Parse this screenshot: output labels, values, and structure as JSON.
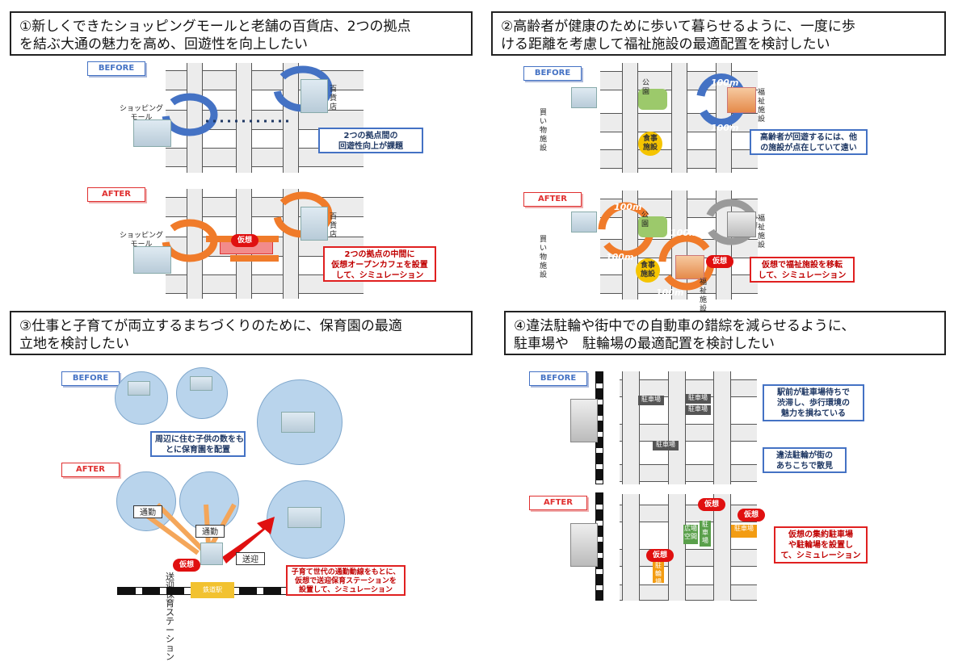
{
  "panel1": {
    "header": "①新しくできたショッピングモールと老舗の百貨店、2つの拠点\n を結ぶ大通の魅力を高め、回遊性を向上したい",
    "before_tag": "BEFORE",
    "after_tag": "AFTER",
    "mall_label": "ショッピング\nモール",
    "dept_label": "百貨店",
    "before_callout": "2つの拠点間の\n回遊性向上が課題",
    "virtual_pill": "仮想",
    "after_callout": "2つの拠点の中間に\n仮想オープンカフェを設置\nして、シミュレーション"
  },
  "panel2": {
    "header": "②高齢者が健康のために歩いて暮らせるように、一度に歩\n ける距離を考慮して福祉施設の最適配置を検討したい",
    "before_tag": "BEFORE",
    "after_tag": "AFTER",
    "shop_label": "買い物施設",
    "park_label": "公園",
    "welfare_label": "福祉施設",
    "food_label": "食事\n施設",
    "distance": "100m",
    "before_callout": "高齢者が回遊するには、他\nの施設が点在していて遠い",
    "virtual_pill": "仮想",
    "after_callout": "仮想で福祉施設を移転\nして、シミュレーション"
  },
  "panel3": {
    "header": "③仕事と子育てが両立するまちづくりのために、保育園の最適\n 立地を検討したい",
    "before_tag": "BEFORE",
    "after_tag": "AFTER",
    "before_callout": "周辺に住む子供の数をも\nとに保育園を配置",
    "commute_label": "通勤",
    "pickup_label": "送迎",
    "virtual_pill": "仮想",
    "station_label": "送迎保育ステーション",
    "rail_station": "鉄道駅",
    "after_callout": "子育て世代の通勤動線をもとに、\n仮想で送迎保育ステーションを\n設置して、シミュレーション"
  },
  "panel4": {
    "header": "④違法駐輪や街中での自動車の錯綜を減らせるように、\n 駐車場や　駐輪場の最適配置を検討したい",
    "before_tag": "BEFORE",
    "after_tag": "AFTER",
    "parking_label": "駐車場",
    "bike_parking_label": "駐輪場",
    "plaza_label": "広場\n空間",
    "before_callout1": "駅前が駐車場待ちで\n渋滞し、歩行環境の\n魅力を損ねている",
    "before_callout2": "違法駐輪が街の\nあちこちで散見",
    "virtual_pill": "仮想",
    "after_callout": "仮想の集約駐車場\nや駐輪場を設置し\nて、シミュレーション"
  },
  "colors": {
    "blue": "#4472c4",
    "red": "#e02020",
    "orange": "#f07b2a",
    "gray_arrow": "#9a9a9a"
  }
}
